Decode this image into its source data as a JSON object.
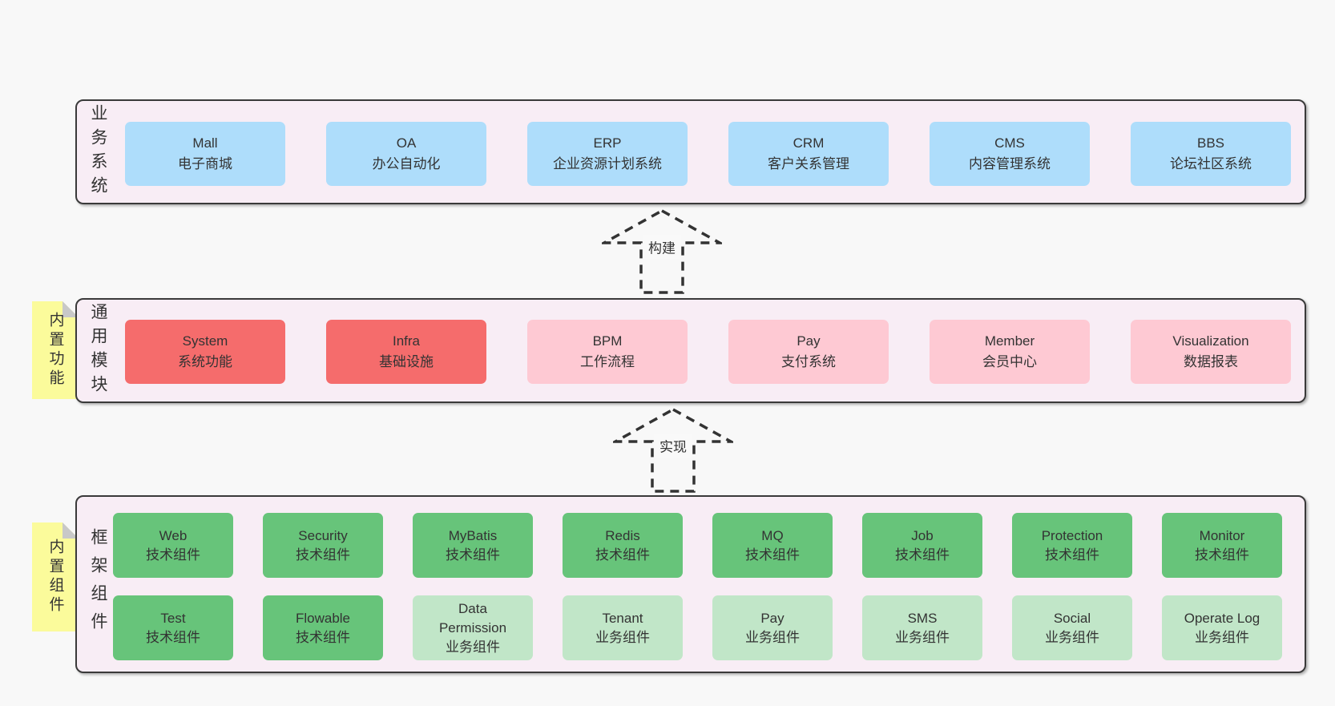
{
  "colors": {
    "page_bg": "#f8f8f8",
    "layer_bg": "#f8edf5",
    "layer_border": "#3a3a3a",
    "blue_box": "#aeddfb",
    "red_box": "#f56c6c",
    "pink_box": "#fec9d3",
    "green_box": "#67c47a",
    "light_green_box": "#c1e6c8",
    "note_yellow": "#fbfb9b",
    "fold_gray": "#c8c8c8",
    "text": "#333333"
  },
  "arrows": {
    "build": "构建",
    "implement": "实现"
  },
  "layers": {
    "business": {
      "title": "业务系统",
      "boxes": [
        {
          "name": "Mall",
          "desc": "电子商城"
        },
        {
          "name": "OA",
          "desc": "办公自动化"
        },
        {
          "name": "ERP",
          "desc": "企业资源计划系统"
        },
        {
          "name": "CRM",
          "desc": "客户关系管理"
        },
        {
          "name": "CMS",
          "desc": "内容管理系统"
        },
        {
          "name": "BBS",
          "desc": "论坛社区系统"
        }
      ]
    },
    "modules": {
      "title": "通用模块",
      "note": "内置功能",
      "boxes": [
        {
          "name": "System",
          "desc": "系统功能"
        },
        {
          "name": "Infra",
          "desc": "基础设施"
        },
        {
          "name": "BPM",
          "desc": "工作流程"
        },
        {
          "name": "Pay",
          "desc": "支付系统"
        },
        {
          "name": "Member",
          "desc": "会员中心"
        },
        {
          "name": "Visualization",
          "desc": "数据报表"
        }
      ]
    },
    "components": {
      "title": "框架组件",
      "note": "内置组件",
      "row1": [
        {
          "name": "Web",
          "desc": "技术组件"
        },
        {
          "name": "Security",
          "desc": "技术组件"
        },
        {
          "name": "MyBatis",
          "desc": "技术组件"
        },
        {
          "name": "Redis",
          "desc": "技术组件"
        },
        {
          "name": "MQ",
          "desc": "技术组件"
        },
        {
          "name": "Job",
          "desc": "技术组件"
        },
        {
          "name": "Protection",
          "desc": "技术组件"
        },
        {
          "name": "Monitor",
          "desc": "技术组件"
        }
      ],
      "row2": [
        {
          "name": "Test",
          "desc": "技术组件"
        },
        {
          "name": "Flowable",
          "desc": "技术组件"
        },
        {
          "name": "Data Permission",
          "desc": "业务组件"
        },
        {
          "name": "Tenant",
          "desc": "业务组件"
        },
        {
          "name": "Pay",
          "desc": "业务组件"
        },
        {
          "name": "SMS",
          "desc": "业务组件"
        },
        {
          "name": "Social",
          "desc": "业务组件"
        },
        {
          "name": "Operate Log",
          "desc": "业务组件"
        }
      ]
    }
  }
}
